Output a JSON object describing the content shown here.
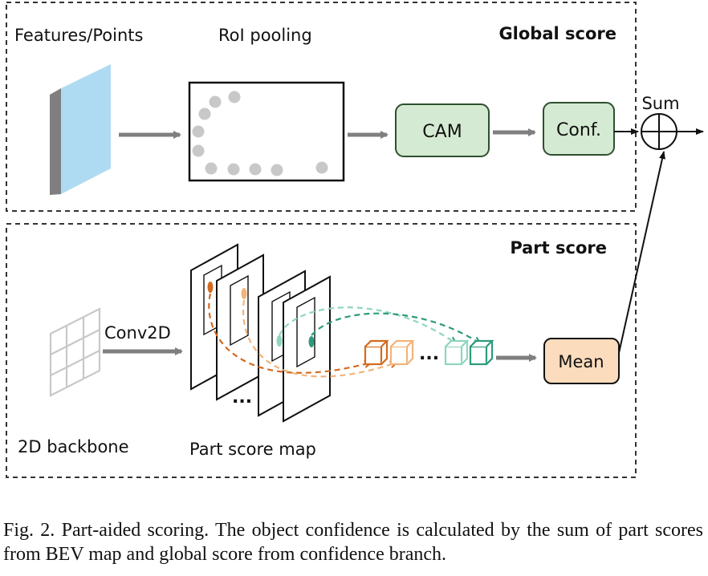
{
  "global_panel": {
    "title": "Global score",
    "features_label": "Features/Points",
    "roi_label": "RoI pooling",
    "cam_label": "CAM",
    "conf_label": "Conf."
  },
  "sum_label": "Sum",
  "part_panel": {
    "title": "Part score",
    "conv_label": "Conv2D",
    "backbone_label": "2D backbone",
    "map_label": "Part score map",
    "ellipsis": "...",
    "mean_label": "Mean"
  },
  "caption": {
    "text": "Fig. 2.  Part-aided scoring. The object confidence is calculated by the sum of part scores from BEV map and global score from confidence branch."
  },
  "colors": {
    "panel_border": "#333333",
    "arrow_gray": "#7f7f7f",
    "green_fill": "#d5ead2",
    "green_stroke": "#2f4f2f",
    "orange_fill": "#fbdcbd",
    "feature_blue": "#aedbf1",
    "part_orange": "#d46a1f",
    "part_light_orange": "#f2b37a",
    "part_teal": "#2e9a7b",
    "part_light_teal": "#8ed6c0"
  }
}
